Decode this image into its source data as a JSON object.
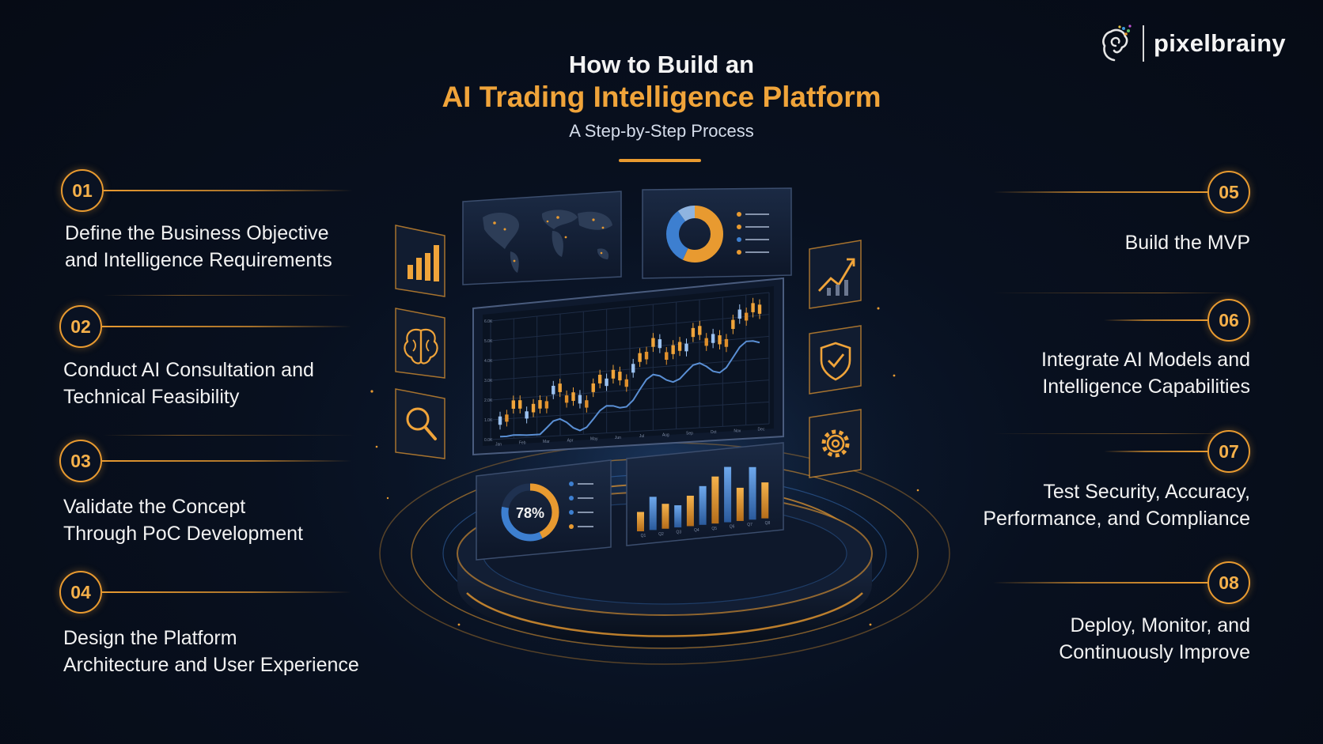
{
  "header": {
    "title_line1": "How to Build an",
    "title_line2": "AI Trading Intelligence Platform",
    "subtitle": "A Step-by-Step Process"
  },
  "logo": {
    "name": "pixelbrainy"
  },
  "steps": [
    {
      "number": "01",
      "line1": "Define the Business Objective",
      "line2": "and Intelligence Requirements"
    },
    {
      "number": "02",
      "line1": "Conduct AI Consultation and",
      "line2": "Technical Feasibility"
    },
    {
      "number": "03",
      "line1": "Validate the Concept",
      "line2": "Through PoC Development"
    },
    {
      "number": "04",
      "line1": "Design the Platform",
      "line2": "Architecture and User Experience"
    },
    {
      "number": "05",
      "line1": "Build the MVP",
      "line2": ""
    },
    {
      "number": "06",
      "line1": "Integrate AI Models and",
      "line2": "Intelligence Capabilities"
    },
    {
      "number": "07",
      "line1": "Test Security, Accuracy,",
      "line2": "Performance, and Compliance"
    },
    {
      "number": "08",
      "line1": "Deploy, Monitor, and",
      "line2": "Continuously Improve"
    }
  ],
  "dashboard": {
    "gauge_label": "78%",
    "gauge_value": 0.78,
    "chart_months": [
      "Jan",
      "Feb",
      "Mar",
      "Apr",
      "May",
      "Jun",
      "Jul",
      "Aug",
      "Sep",
      "Oct",
      "Nov",
      "Dec"
    ],
    "chart_y_ticks": [
      "0.0K",
      "1.0K",
      "2.0K",
      "3.0K",
      "4.0K",
      "5.0K",
      "6.0K"
    ],
    "bar_labels": [
      "Q1",
      "Q2",
      "Q3",
      "Q4",
      "Q5",
      "Q6",
      "Q7",
      "Q8"
    ]
  },
  "icons": {
    "left": [
      "bar-chart-icon",
      "brain-icon",
      "magnifier-icon"
    ],
    "right": [
      "trend-up-icon",
      "shield-check-icon",
      "gear-icon"
    ]
  },
  "colors": {
    "accent": "#e89a30",
    "blue": "#3d7fd0",
    "background": "#070d1a"
  }
}
